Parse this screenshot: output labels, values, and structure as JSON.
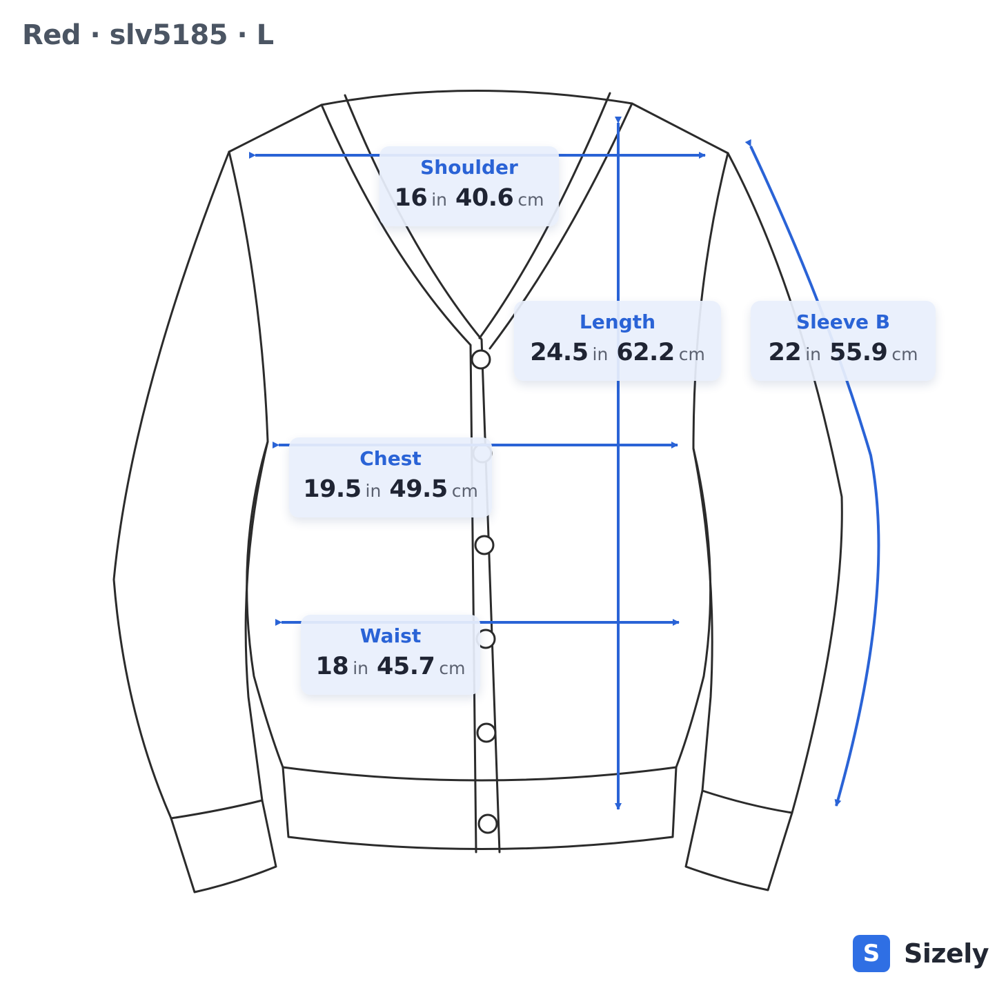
{
  "header": {
    "title": "Red · slv5185 · L"
  },
  "measurements": {
    "shoulder": {
      "label": "Shoulder",
      "in": "16",
      "cm": "40.6"
    },
    "length": {
      "label": "Length",
      "in": "24.5",
      "cm": "62.2"
    },
    "sleeve": {
      "label": "Sleeve B",
      "in": "22",
      "cm": "55.9"
    },
    "chest": {
      "label": "Chest",
      "in": "19.5",
      "cm": "49.5"
    },
    "waist": {
      "label": "Waist",
      "in": "18",
      "cm": "45.7"
    }
  },
  "units": {
    "inch": "in",
    "centimeter": "cm"
  },
  "brand": {
    "badge": "S",
    "name": "Sizely"
  },
  "colors": {
    "arrow": "#2a63d6",
    "outline": "#2b2b2b",
    "card": "#e8effc",
    "brand": "#2f6fe4"
  }
}
